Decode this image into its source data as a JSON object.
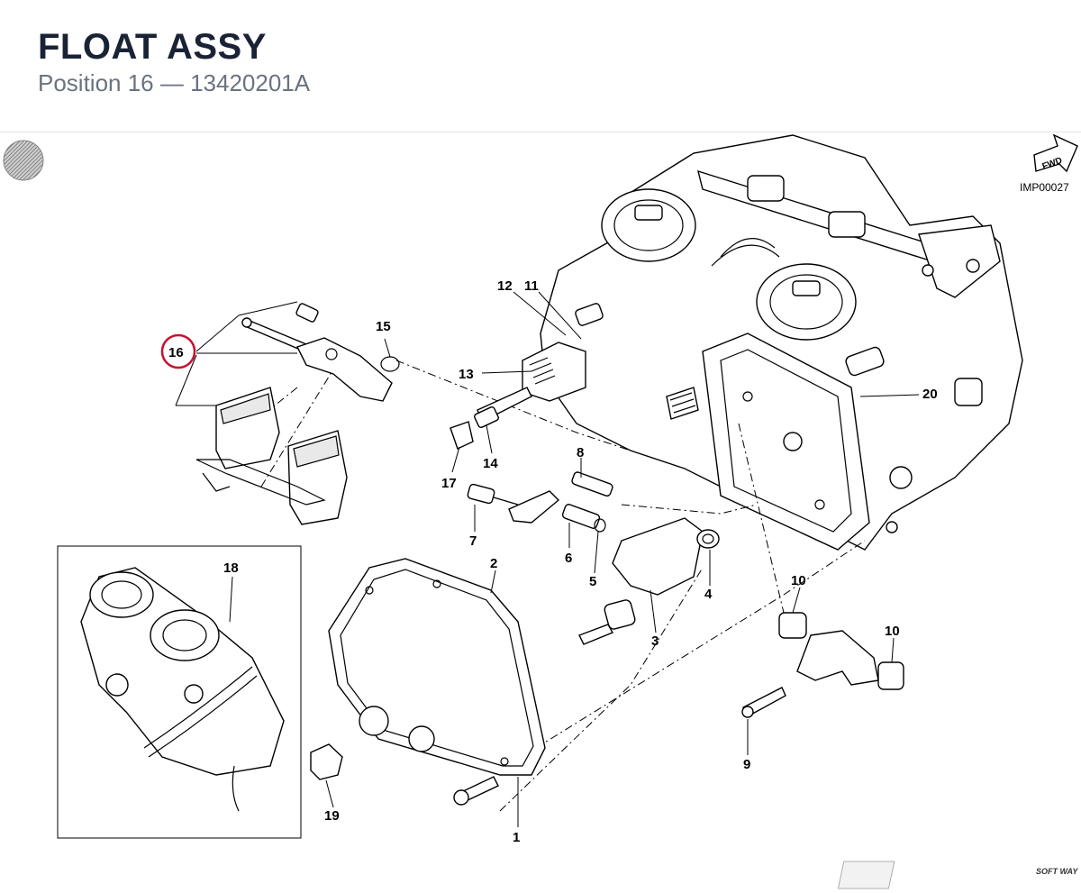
{
  "header": {
    "title": "FLOAT ASSY",
    "subtitle": "Position 16 — 13420201A"
  },
  "diagram": {
    "figure_code": "IMP00027",
    "fwd_label": "FWD",
    "brand_logo": "SOFT WAY",
    "highlight_color": "#c8102e",
    "highlighted_position": "16",
    "callouts": [
      {
        "id": "c1",
        "label": "1"
      },
      {
        "id": "c2",
        "label": "2"
      },
      {
        "id": "c3",
        "label": "3"
      },
      {
        "id": "c4",
        "label": "4"
      },
      {
        "id": "c5",
        "label": "5"
      },
      {
        "id": "c6",
        "label": "6"
      },
      {
        "id": "c7",
        "label": "7"
      },
      {
        "id": "c8",
        "label": "8"
      },
      {
        "id": "c9",
        "label": "9"
      },
      {
        "id": "c10a",
        "label": "10"
      },
      {
        "id": "c10b",
        "label": "10"
      },
      {
        "id": "c11",
        "label": "11"
      },
      {
        "id": "c12",
        "label": "12"
      },
      {
        "id": "c13",
        "label": "13"
      },
      {
        "id": "c14",
        "label": "14"
      },
      {
        "id": "c15",
        "label": "15"
      },
      {
        "id": "c16",
        "label": "16"
      },
      {
        "id": "c17",
        "label": "17"
      },
      {
        "id": "c18",
        "label": "18"
      },
      {
        "id": "c19",
        "label": "19"
      },
      {
        "id": "c20",
        "label": "20"
      }
    ]
  }
}
